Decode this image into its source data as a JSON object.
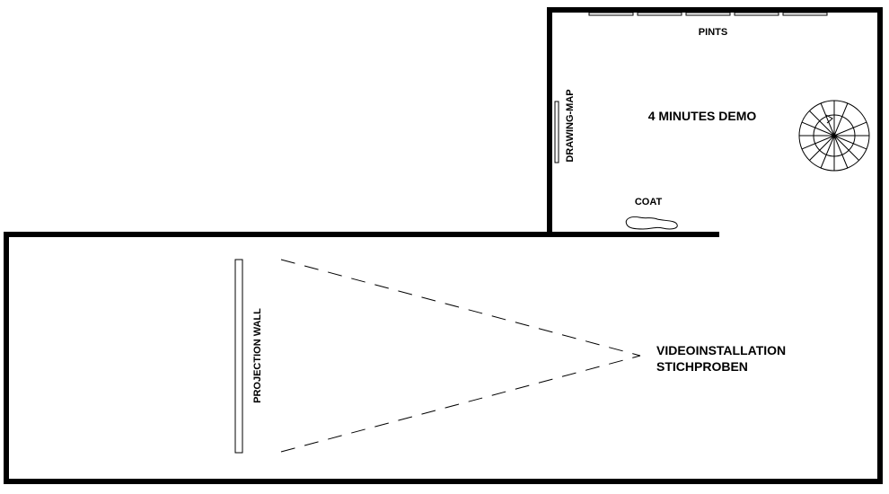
{
  "labels": {
    "pints": "PINTS",
    "drawing_map": "DRAWING-MAP",
    "demo": "4 MINUTES DEMO",
    "coat": "COAT",
    "projection_wall": "PROJECTION WALL",
    "video_line1": "VIDEOINSTALLATION",
    "video_line2": "STICHPROBEN"
  },
  "colors": {
    "ink": "#000000",
    "background": "#ffffff"
  },
  "icons": {
    "staircase": "spiral-staircase-icon",
    "coat": "coat-shape-icon"
  }
}
